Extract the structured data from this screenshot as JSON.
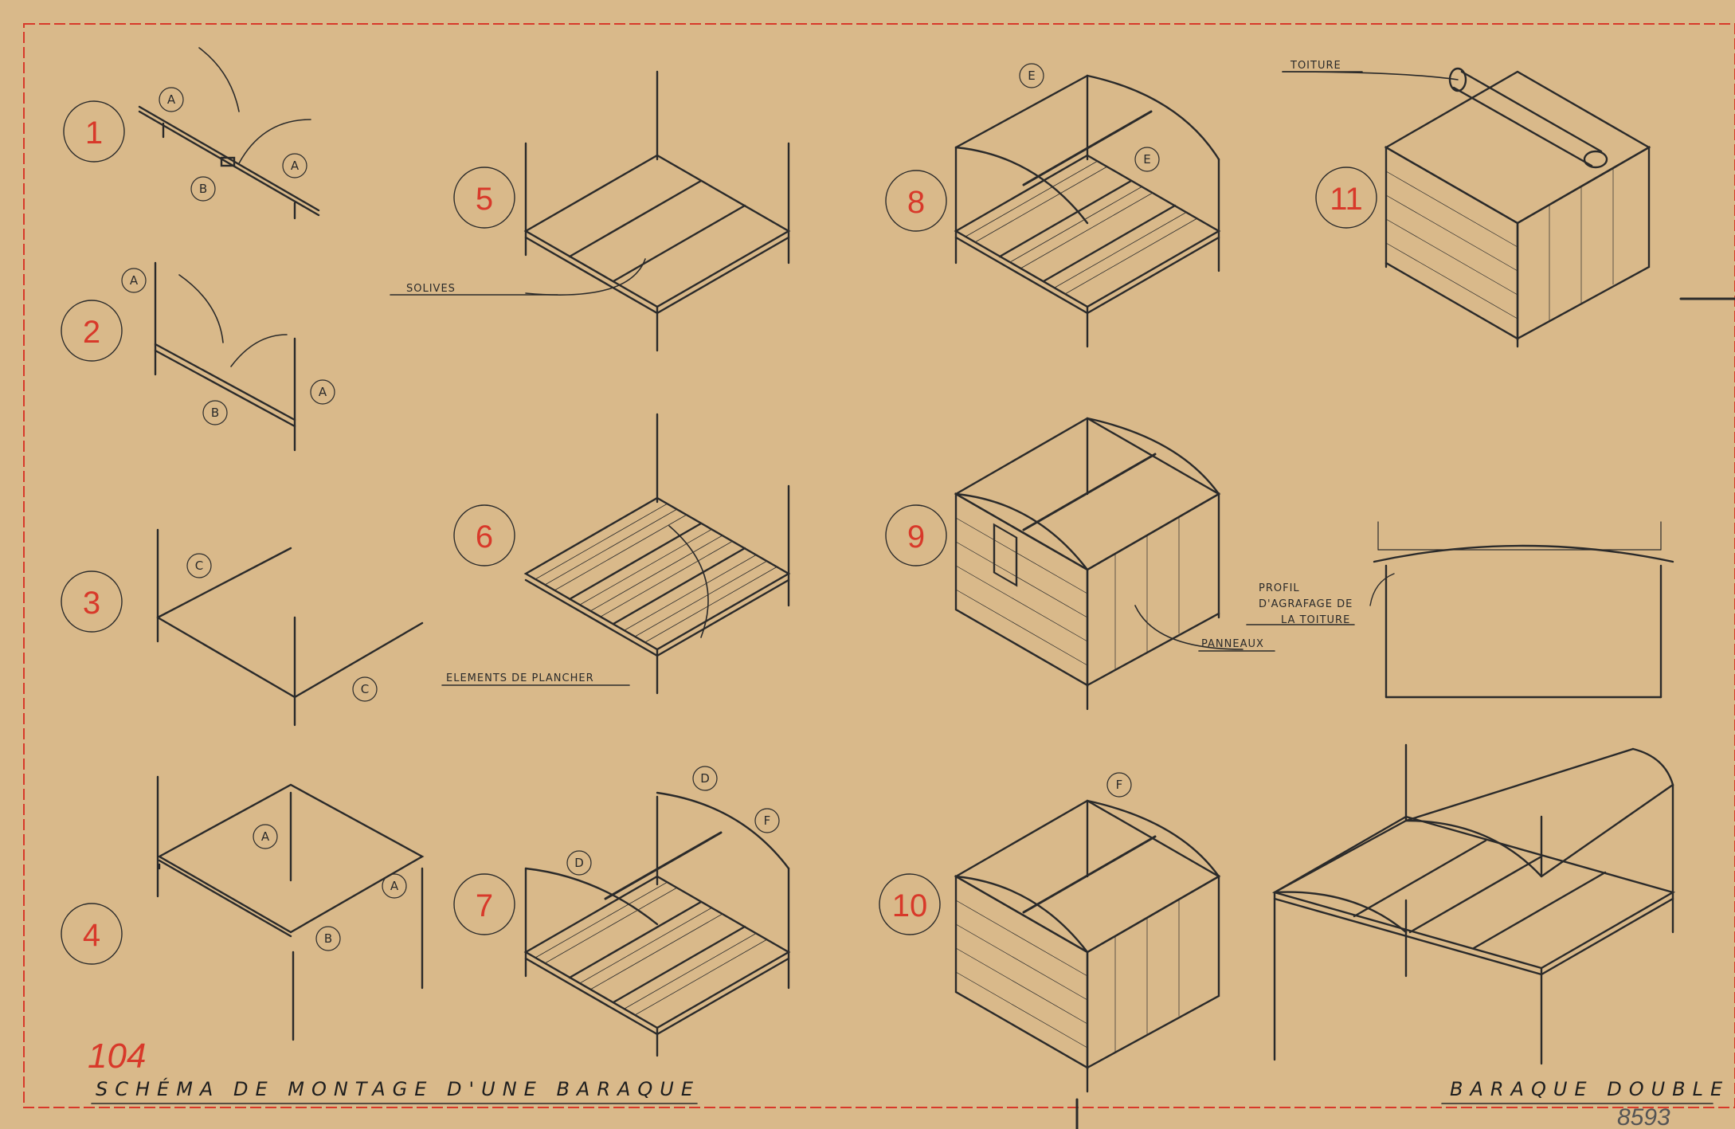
{
  "title": "SCHÉMA DE MONTAGE D'UNE BARAQUE",
  "subtitle_right": "BARAQUE DOUBLE",
  "sheet_number": "104",
  "archive_number": "8593",
  "colors": {
    "paper": "#d9b98a",
    "ink": "#2a2a2a",
    "red": "#d8392a"
  },
  "steps": [
    {
      "number": "1"
    },
    {
      "number": "2"
    },
    {
      "number": "3"
    },
    {
      "number": "4"
    },
    {
      "number": "5"
    },
    {
      "number": "6"
    },
    {
      "number": "7"
    },
    {
      "number": "8"
    },
    {
      "number": "9"
    },
    {
      "number": "10"
    },
    {
      "number": "11"
    }
  ],
  "labels": {
    "solives": "SOLIVES",
    "elements_plancher": "ELEMENTS DE PLANCHER",
    "toiture": "TOITURE",
    "panneaux": "PANNEAUX",
    "profil_1": "PROFIL",
    "profil_2": "D'AGRAFAGE DE",
    "profil_3": "LA TOITURE"
  },
  "part_letters": {
    "a": "A",
    "b": "B",
    "c": "C",
    "d": "D",
    "e": "E",
    "f": "F"
  }
}
